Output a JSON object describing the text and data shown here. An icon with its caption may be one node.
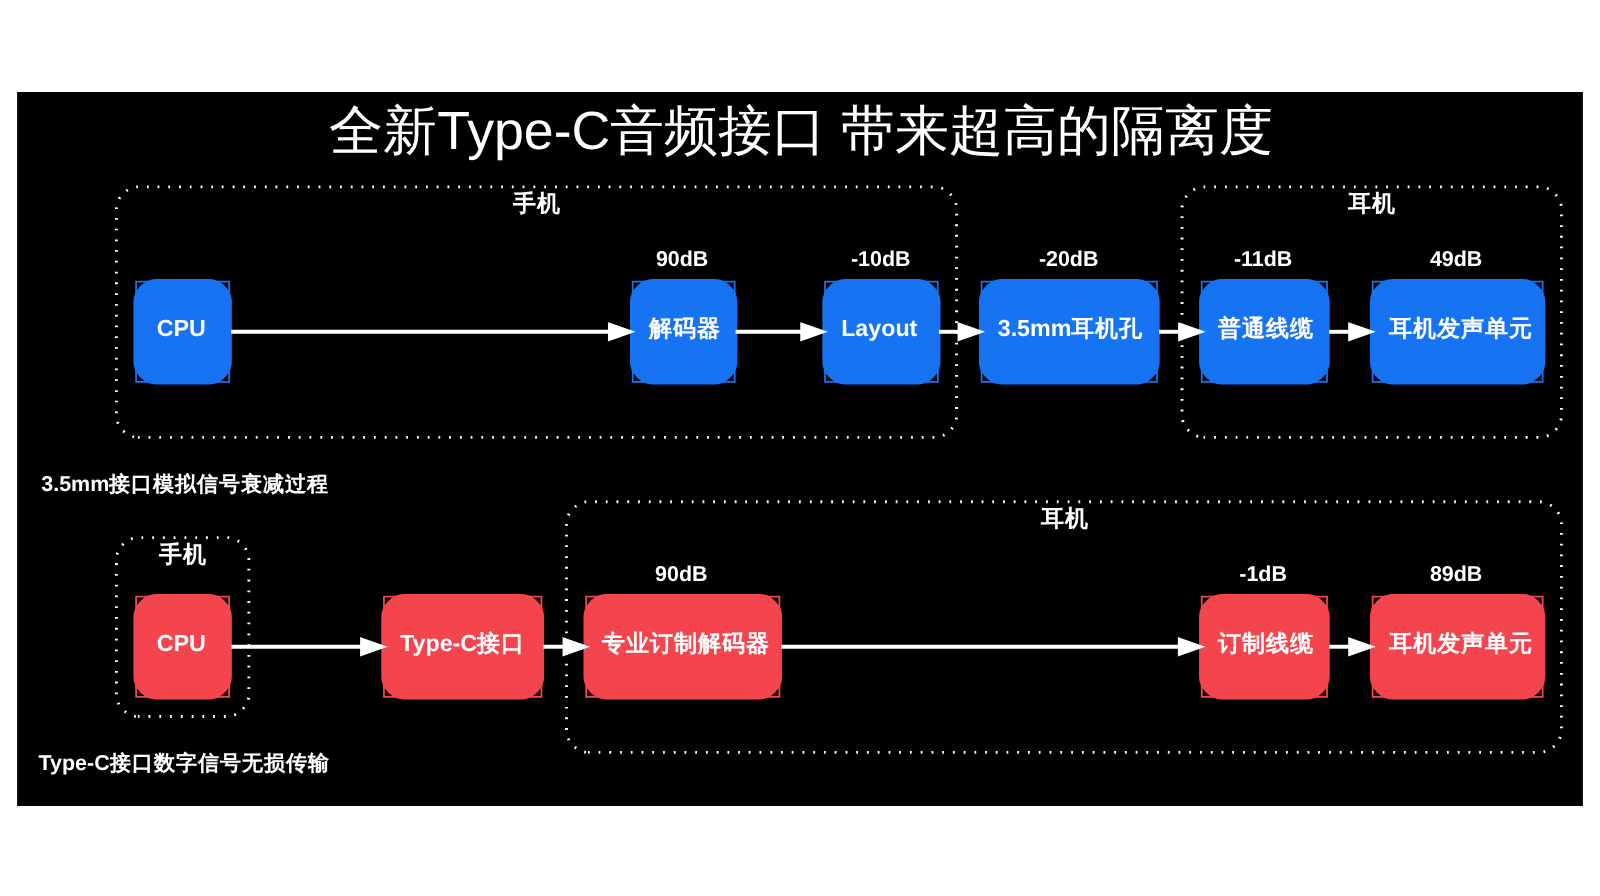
{
  "diagram": {
    "title": "全新Type-C音频接口 带来超高的隔离度",
    "nodes": [
      {
        "text": [
          "手机"
        ]
      },
      {
        "text": [
          "CPU"
        ],
        "in": 0
      },
      {
        "text": [
          "解码器"
        ],
        "in": 0,
        "beside": [
          "90dB"
        ]
      },
      {
        "text": [
          "Layout"
        ],
        "in": 0,
        "beside": [
          "-10dB"
        ]
      },
      {
        "text": [
          "3.5mm耳机孔"
        ],
        "beside": [
          "-20dB"
        ]
      },
      {
        "text": [
          "耳机"
        ]
      },
      {
        "text": [
          "普通线缆"
        ],
        "in": 5,
        "beside": [
          "-11dB"
        ]
      },
      {
        "text": [
          "耳机发声单元"
        ],
        "in": 5,
        "beside": [
          "49dB"
        ]
      },
      {
        "text": [
          "手机"
        ]
      },
      {
        "text": [
          "CPU"
        ],
        "in": 8
      },
      {
        "text": [
          "Type-C接口"
        ]
      },
      {
        "text": [
          "耳机"
        ]
      },
      {
        "text": [
          "专业订制解码器"
        ],
        "in": 11,
        "beside": [
          "90dB"
        ]
      },
      {
        "text": [
          "订制线缆"
        ],
        "in": 11,
        "beside": [
          "-1dB"
        ]
      },
      {
        "text": [
          "耳机发声单元"
        ],
        "in": 11,
        "beside": [
          "89dB"
        ]
      }
    ],
    "edges": [
      {
        "from": 1,
        "to": 2,
        "arrow": "to"
      },
      {
        "from": 2,
        "to": 3,
        "arrow": "to"
      },
      {
        "from": 3,
        "to": 4,
        "arrow": "to"
      },
      {
        "from": 4,
        "to": 6,
        "arrow": "to"
      },
      {
        "from": 6,
        "to": 7,
        "arrow": "to"
      },
      {
        "from": 9,
        "to": 10,
        "arrow": "to"
      },
      {
        "from": 10,
        "to": 12,
        "arrow": "to"
      },
      {
        "from": 12,
        "to": 13,
        "arrow": "to"
      },
      {
        "from": 13,
        "to": 14,
        "arrow": "to"
      }
    ],
    "labels": [
      "3.5mm接口模拟信号衰减过程",
      "Type-C接口数字信号无损传输"
    ]
  }
}
